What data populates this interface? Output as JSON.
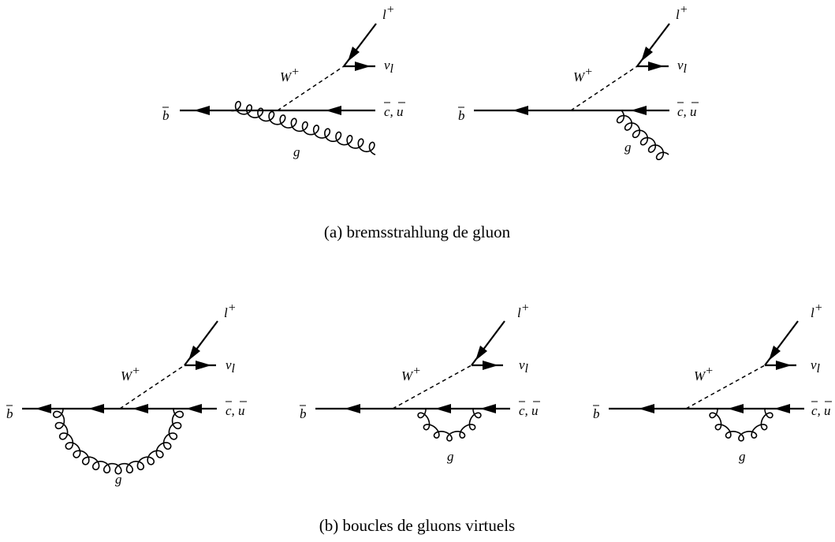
{
  "panel_a": {
    "caption": "(a) bremsstrahlung de gluon",
    "diagrams": [
      {
        "b": "b",
        "cu": "c, u",
        "w": "W",
        "w_sup": "+",
        "l": "l",
        "l_sup": "+",
        "nu": "ν",
        "nu_sub": "l",
        "g": "g"
      },
      {
        "b": "b",
        "cu": "c, u",
        "w": "W",
        "w_sup": "+",
        "l": "l",
        "l_sup": "+",
        "nu": "ν",
        "nu_sub": "l",
        "g": "g"
      }
    ]
  },
  "panel_b": {
    "caption": "(b) boucles de gluons virtuels",
    "diagrams": [
      {
        "b": "b",
        "cu": "c, u",
        "w": "W",
        "w_sup": "+",
        "l": "l",
        "l_sup": "+",
        "nu": "ν",
        "nu_sub": "l",
        "g": "g"
      },
      {
        "b": "b",
        "cu": "c, u",
        "w": "W",
        "w_sup": "+",
        "l": "l",
        "l_sup": "+",
        "nu": "ν",
        "nu_sub": "l",
        "g": "g"
      },
      {
        "b": "b",
        "cu": "c, u",
        "w": "W",
        "w_sup": "+",
        "l": "l",
        "l_sup": "+",
        "nu": "ν",
        "nu_sub": "l",
        "g": "g"
      }
    ]
  }
}
